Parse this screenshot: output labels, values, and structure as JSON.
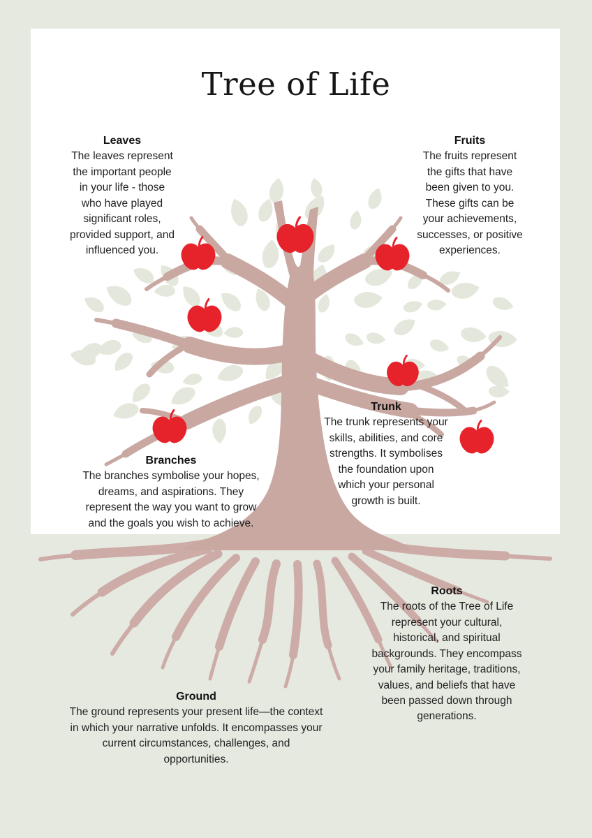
{
  "title": "Tree of Life",
  "colors": {
    "bg": "#e6e9e0",
    "card": "#ffffff",
    "ink": "#212121",
    "title-ink": "#161616",
    "trunk": "#c9a8a2",
    "root": "#cdaba7",
    "leaf": "#e4e7db",
    "apple": "#e6222b"
  },
  "illustration": {
    "name": "stylised apple tree with canopy, trunk, branches and roots",
    "apple_count": 7
  },
  "sections": {
    "leaves": {
      "heading": "Leaves",
      "body": "The leaves represent\nthe important people\nin your life - those\nwho have played\nsignificant roles,\nprovided support, and\ninfluenced you."
    },
    "fruits": {
      "heading": "Fruits",
      "body": "The fruits represent\nthe gifts that have\nbeen given to you.\nThese gifts can be\nyour achievements,\nsuccesses, or positive\nexperiences."
    },
    "branches": {
      "heading": "Branches",
      "body": "The branches symbolise your hopes,\ndreams, and aspirations. They\nrepresent the way you want to grow\nand the goals you wish to achieve."
    },
    "trunk": {
      "heading": "Trunk",
      "body": "The trunk represents your\nskills, abilities, and core\nstrengths. It symbolises\nthe foundation upon\nwhich your personal\ngrowth is built."
    },
    "roots": {
      "heading": "Roots",
      "body": "The roots of the Tree of Life\nrepresent your cultural,\nhistorical, and spiritual\nbackgrounds. They encompass\nyour family heritage, traditions,\nvalues, and beliefs that have\nbeen passed down through\ngenerations."
    },
    "ground": {
      "heading": "Ground",
      "body": "The ground represents your present life—the context\nin which your narrative unfolds. It encompasses your\ncurrent circumstances, challenges, and\nopportunities."
    }
  }
}
